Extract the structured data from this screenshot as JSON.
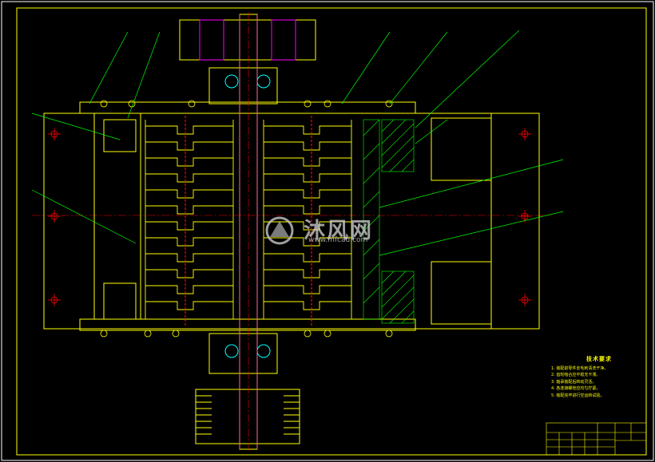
{
  "colors": {
    "background": "#000000",
    "yellow": "#ffff00",
    "green": "#00ff00",
    "red": "#ff0000",
    "cyan": "#00ffff",
    "magenta": "#ff00ff",
    "white": "#ffffff"
  },
  "watermark": {
    "name": "沐风网",
    "url": "www.mfcad.com"
  },
  "technical_requirements": {
    "title": "技术要求",
    "items": [
      "1. 装配前零件去毛刺清洗干净。",
      "2. 齿轮啮合应平稳无卡滞。",
      "3. 轴承装配后转动灵活。",
      "4. 各连接螺栓应均匀拧紧。",
      "5. 装配完毕进行空运转试验。"
    ]
  }
}
